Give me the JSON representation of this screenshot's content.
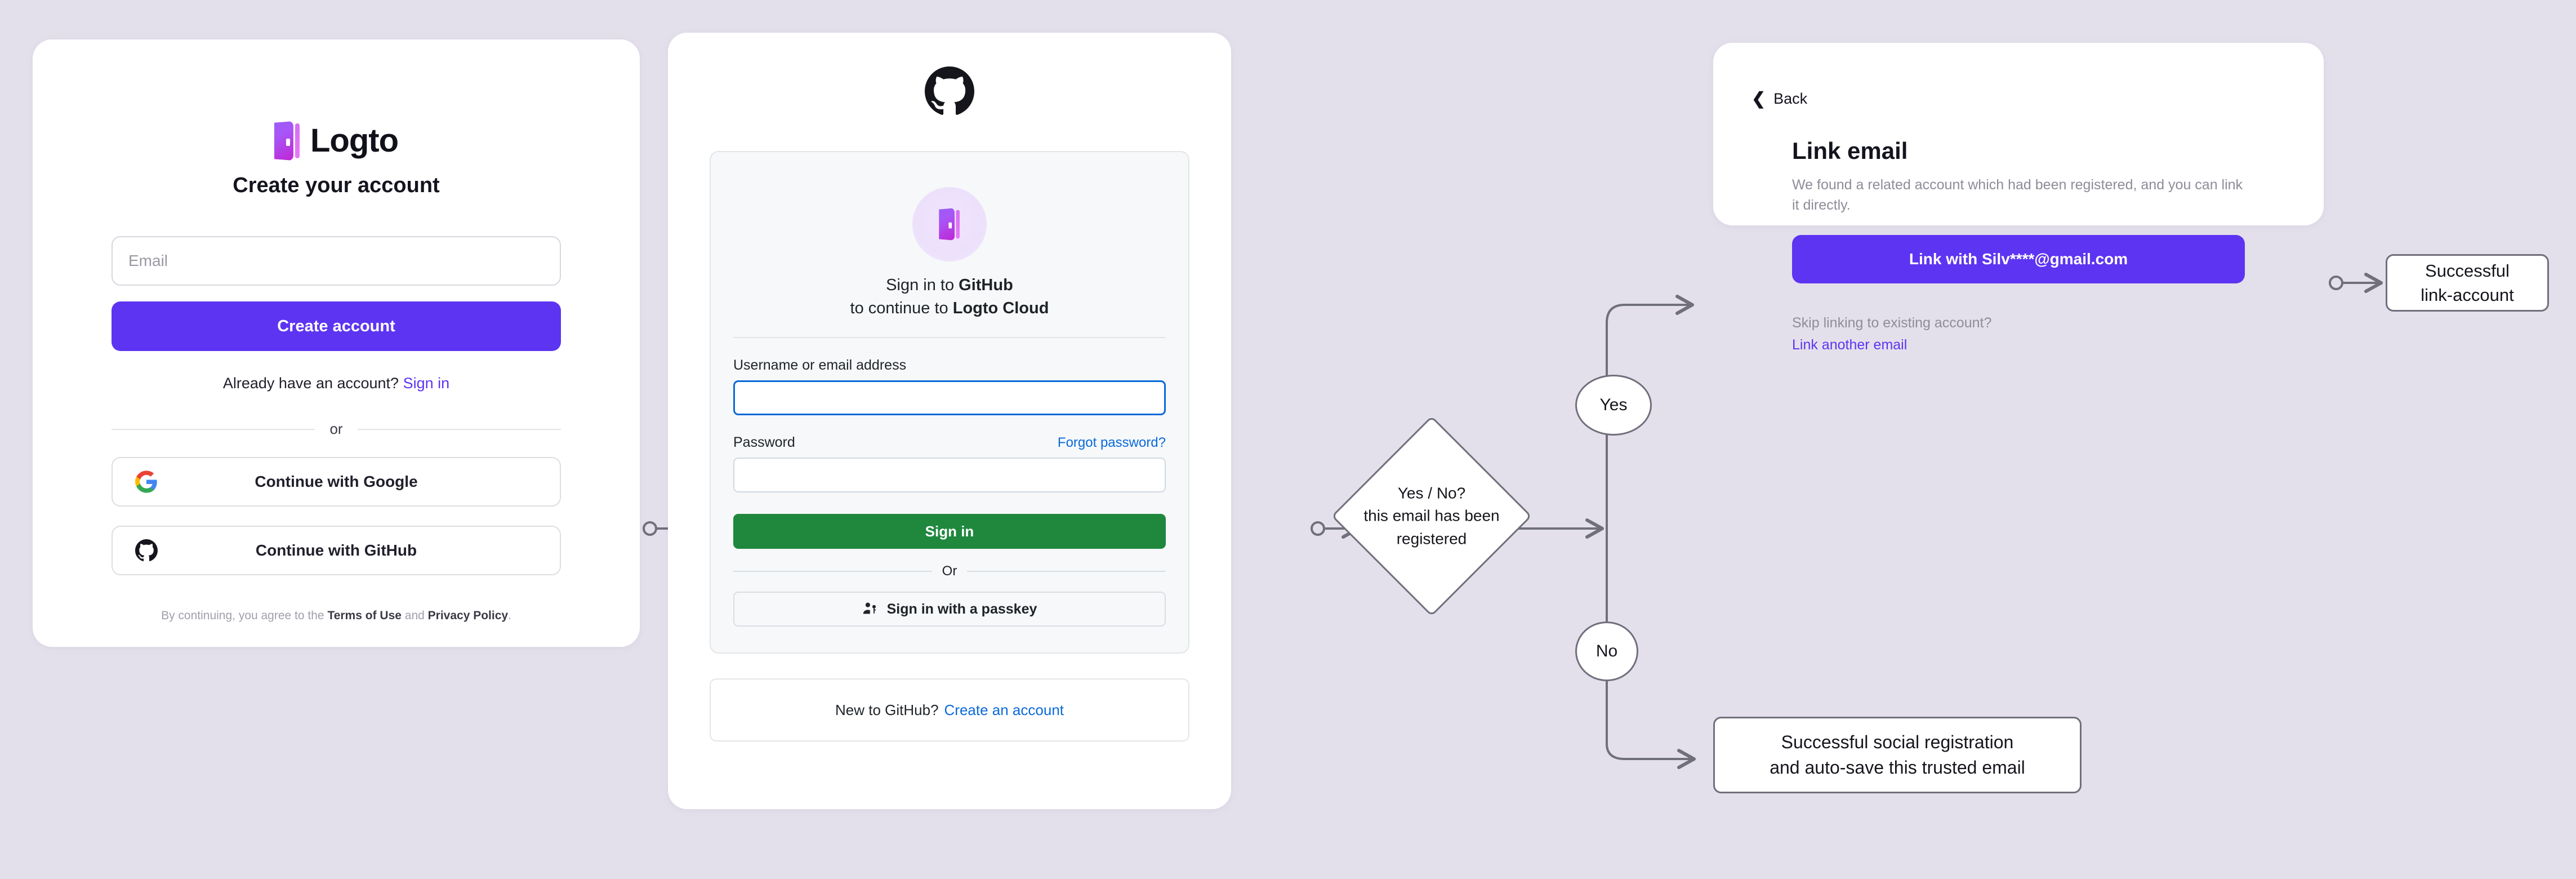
{
  "background_color": "#e4e0eb",
  "signup_card": {
    "logo_text": "Logto",
    "logo_icon": "logto-door-logo",
    "title": "Create your account",
    "email_placeholder": "Email",
    "create_account_label": "Create account",
    "have_account_text": "Already have an account?",
    "sign_in_link": "Sign in",
    "divider_label": "or",
    "social_buttons": [
      {
        "label": "Continue with Google",
        "icon": "google-icon"
      },
      {
        "label": "Continue with GitHub",
        "icon": "github-icon"
      }
    ],
    "terms_prefix": "By continuing, you agree to the ",
    "terms_of_use": "Terms of Use",
    "terms_middle": " and ",
    "privacy_policy": "Privacy Policy",
    "terms_suffix": ".",
    "primary_color": "#5d34f2"
  },
  "github_card": {
    "brand_icon": "github-mark-icon",
    "app_icon": "logto-door-logo",
    "signin_line1_prefix": "Sign in to ",
    "signin_line1_brand": "GitHub",
    "signin_line2_prefix": "to continue to ",
    "signin_line2_brand": "Logto Cloud",
    "username_label": "Username or email address",
    "username_value": "",
    "password_label": "Password",
    "password_value": "",
    "forgot_password_label": "Forgot password?",
    "sign_in_label": "Sign in",
    "divider_label": "Or",
    "passkey_label": "Sign in with a passkey",
    "passkey_icon": "passkey-person-key-icon",
    "footer_text": "New to GitHub?",
    "footer_link": "Create an account",
    "accent_color": "#0969da",
    "button_color": "#1f883d"
  },
  "link_email_card": {
    "back_label": "Back",
    "back_icon": "chevron-left-icon",
    "title": "Link email",
    "description": "We found a related account which had been registered, and you can link it directly.",
    "link_button_label": "Link with Silv****@gmail.com",
    "skip_text": "Skip linking to existing account?",
    "other_email_link": "Link another email",
    "primary_color": "#5d34f2"
  },
  "flow": {
    "decision_line1": "Yes / No?",
    "decision_line2": "this email has been",
    "decision_line3": "registered",
    "yes_label": "Yes",
    "no_label": "No",
    "link_success_line1": "Successful",
    "link_success_line2": "link-account",
    "social_success_line1": "Successful social registration",
    "social_success_line2": "and auto-save this trusted email",
    "stroke_color": "#706f7c"
  }
}
